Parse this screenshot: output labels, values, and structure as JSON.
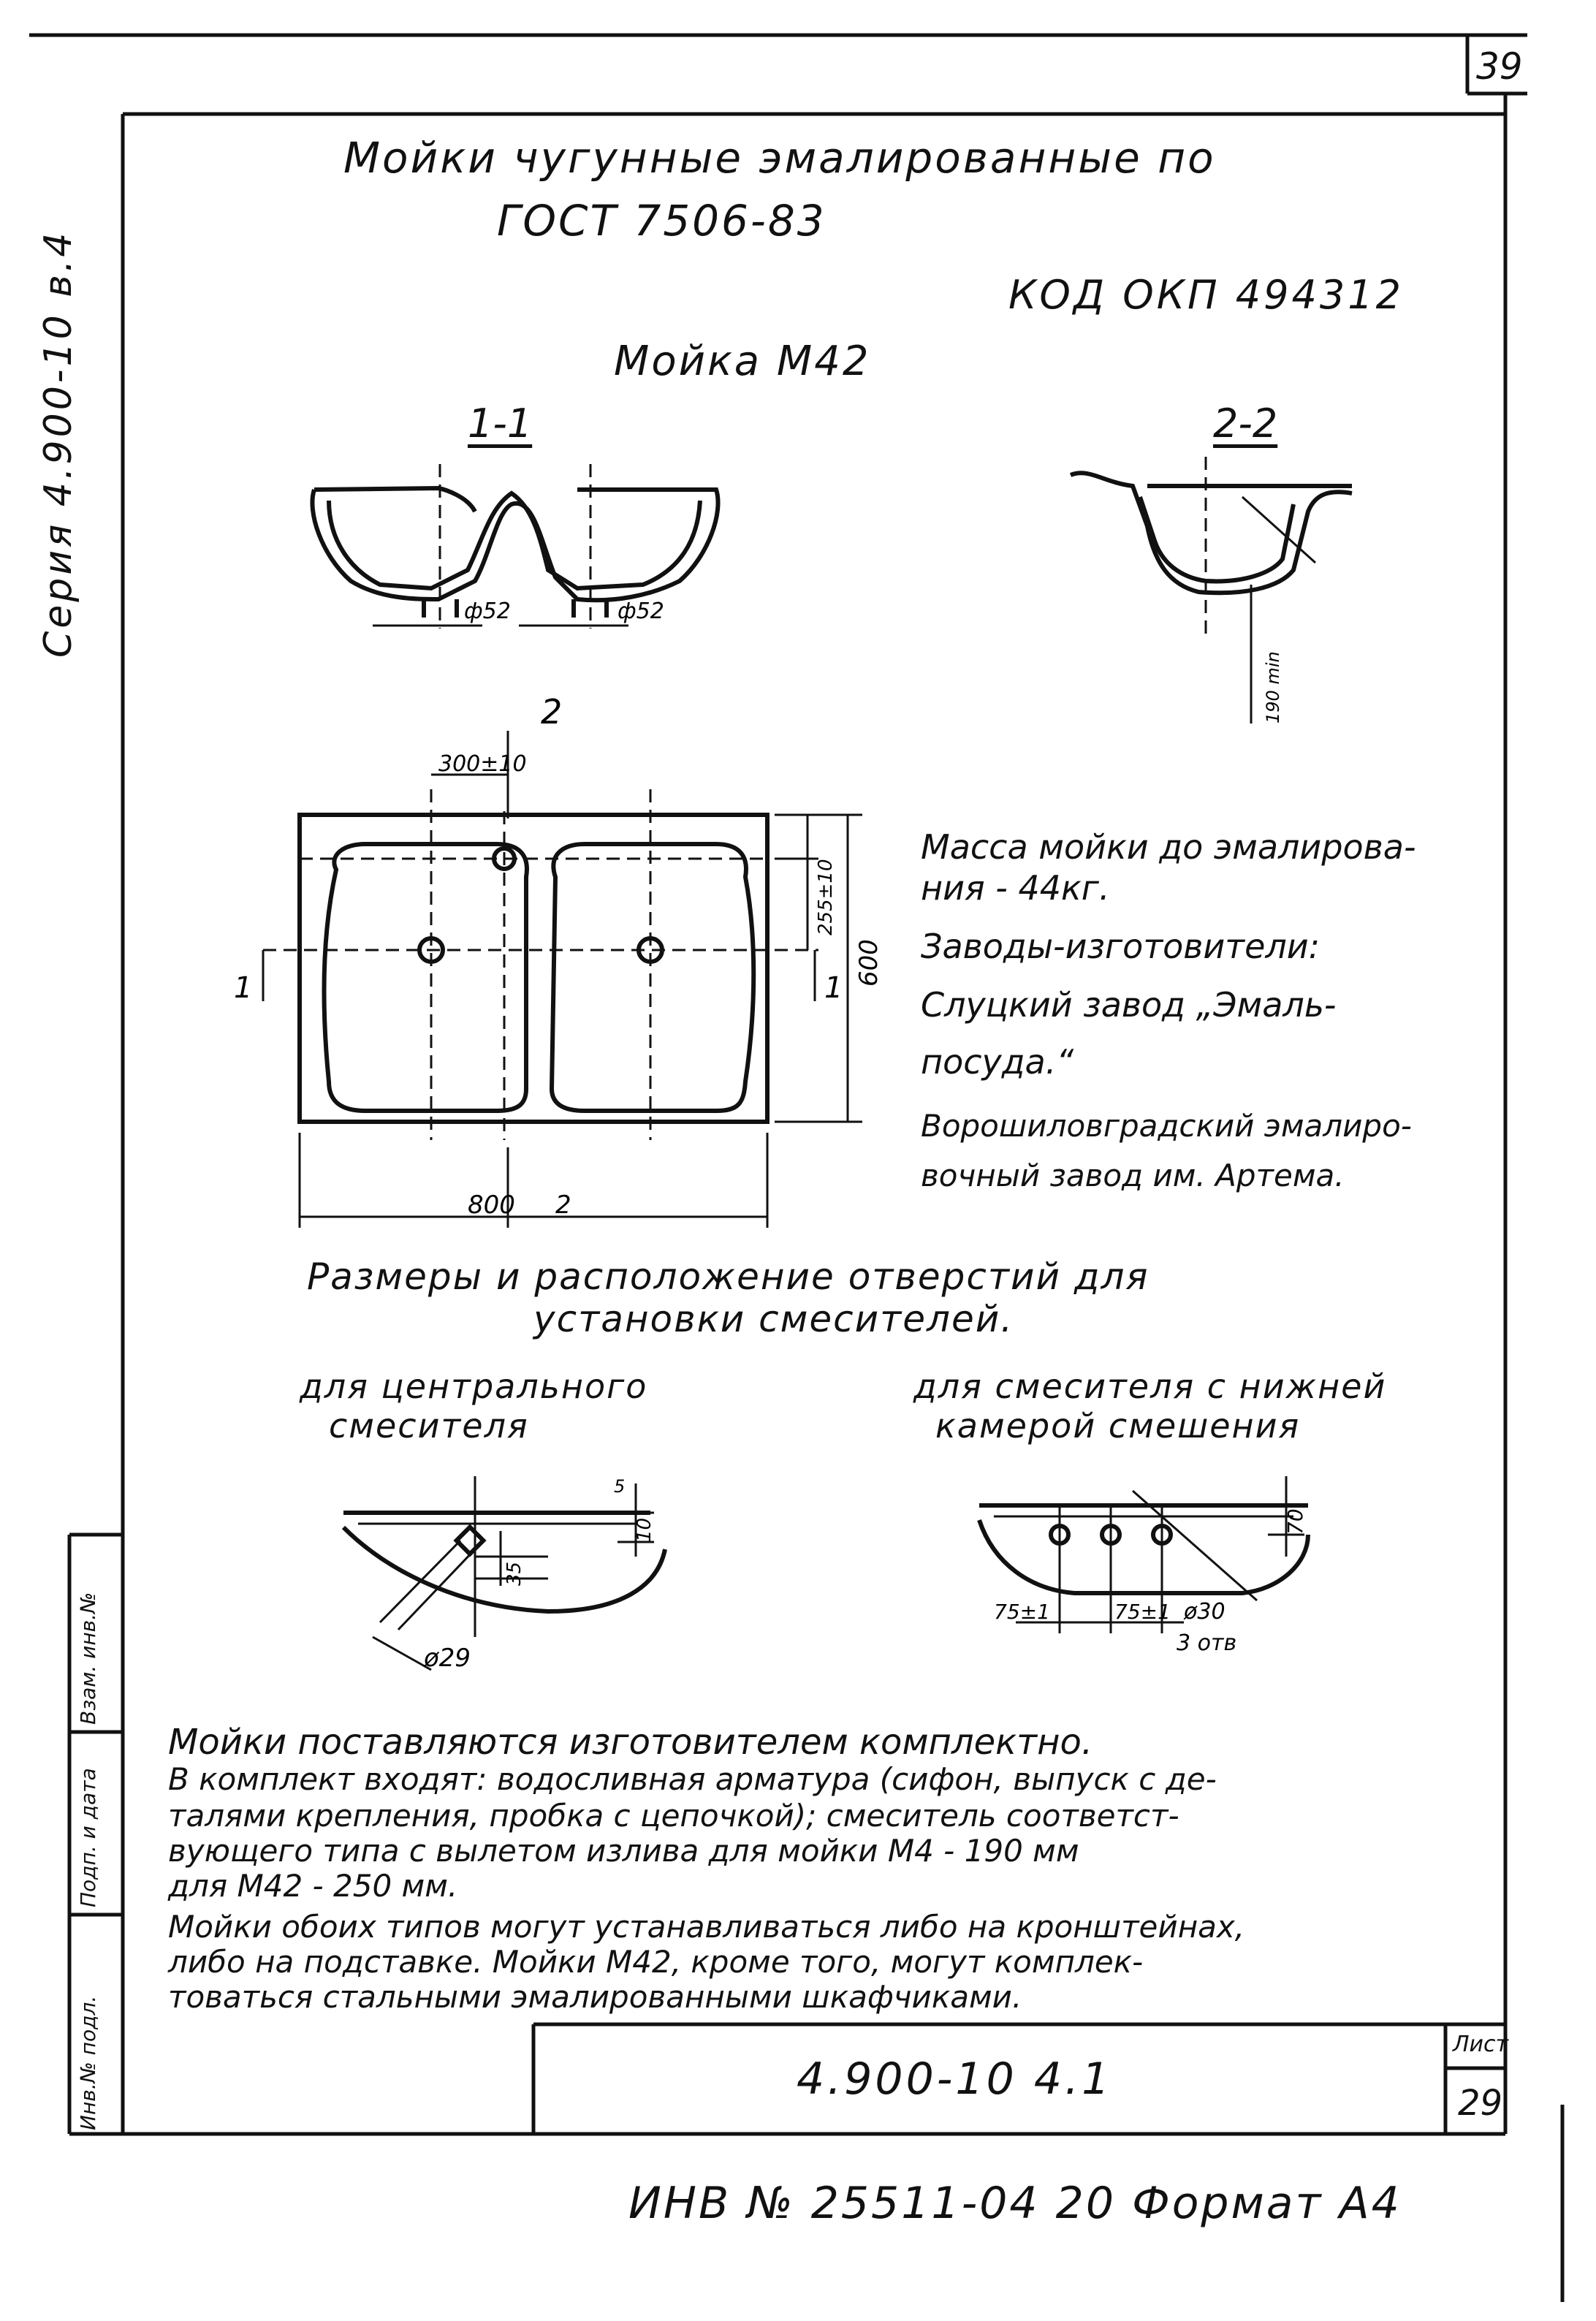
{
  "sheet_number_top": "39",
  "side_series": "Серия 4.900-10 в.4",
  "title_line1": "Мойки чугунные эмалированные по",
  "title_line2": "ГОСТ 7506-83",
  "okp_code": "КОД ОКП 494312",
  "sink_model": "Мойка М42",
  "section_1": "1-1",
  "section_2": "2-2",
  "dims": {
    "drain_diam": "ф52",
    "depth": "190 min",
    "spacing": "300±10",
    "section_mark": "2",
    "hole_offset": "255±10",
    "width": "600",
    "length": "800",
    "side_mark": "1"
  },
  "mass_note": [
    "Масса мойки до эмалирова-",
    "ния - 44кг."
  ],
  "factories_title": "Заводы-изготовители:",
  "factories": [
    "Слуцкий завод „Эмаль-",
    "посуда.“",
    "Ворошиловградский эмалиро-",
    "вочный завод им. Артема."
  ],
  "holes_title": [
    "Размеры и расположение отверстий для",
    "установки смесителей."
  ],
  "central_mixer_caption": [
    "для центрального",
    "смесителя"
  ],
  "bottom_mixer_caption": [
    "для смесителя с нижней",
    "камерой смешения"
  ],
  "central_dims": {
    "d1": "10",
    "d2": "35",
    "hole": "ø29",
    "top": "5"
  },
  "bottom_dims": {
    "d1": "70",
    "p1": "75±1",
    "p2": "75±1",
    "hole": "ø30",
    "count": "3 отв"
  },
  "notes": [
    "Мойки поставляются изготовителем комплектно.",
    "В комплект входят: водосливная арматура (сифон, выпуск с де-",
    "талями крепления, пробка с цепочкой); смеситель соответст-",
    "вующего типа с вылетом излива для мойки М4 - 190 мм",
    "для М42 - 250 мм.",
    "Мойки обоих типов могут устанавливаться либо на кронштейнах,",
    "либо на подставке. Мойки М42, кроме того, могут комплек-",
    "товаться стальными эмалированными шкафчиками."
  ],
  "stamp": {
    "doc_number": "4.900-10 4.1",
    "sheet_label": "Лист",
    "sheet_no": "29"
  },
  "side_labels": [
    "Инв.№ подл.",
    "Подп. и дата",
    "Взам. инв.№"
  ],
  "footer": "ИНВ № 25511-04 20 Формат А4"
}
